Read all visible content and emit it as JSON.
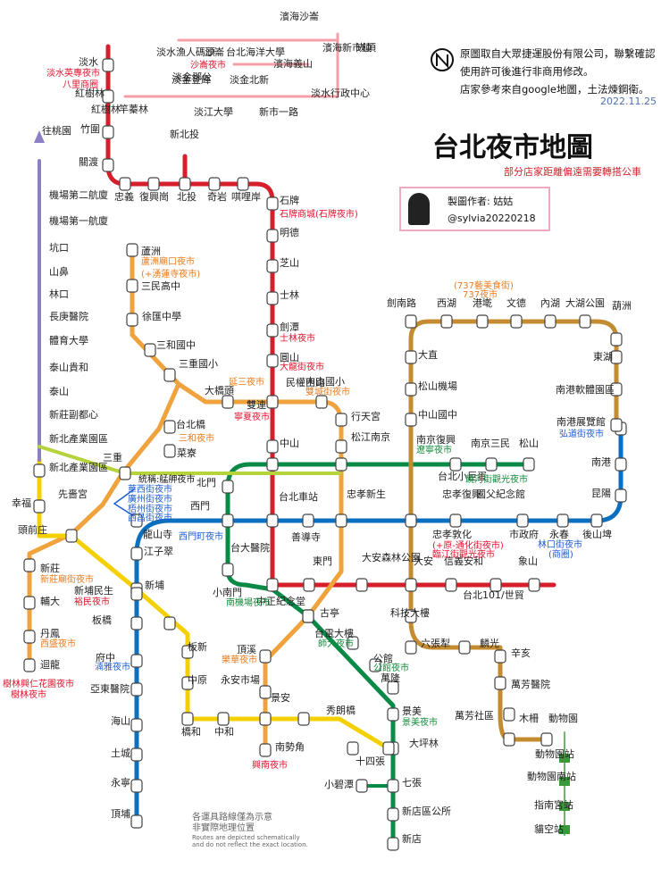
{
  "header": {
    "title": "台北夜市地圖",
    "subtitle": "部分店家距離偏遠需要轉搭公車",
    "note_lines": [
      "原圖取自大眾捷運股份有限公司，聯繫確認",
      "使用許可後進行非商用修改。",
      "店家參考來自google地圖，土法煉鋼衛。"
    ],
    "date": "2022.11.25",
    "creator_line": "製圖作者: 姑姑",
    "creator_handle": "@sylvia20220218"
  },
  "legend": {
    "zh1": "各運具路線僅為示意",
    "zh2": "非實際地理位置",
    "en1": "Routes are depicted schematically",
    "en2": "and do not reflect the exact location."
  },
  "colors": {
    "red": "#d71e2b",
    "orange": "#f0a23c",
    "green": "#0a8a46",
    "blue": "#0b70c0",
    "brown": "#c48c31",
    "yellow": "#f5d000",
    "pink": "#f5a0a8",
    "airport": "#8d7fc4",
    "lightgreen": "#b5d33b",
    "market_red": "#e1122d",
    "market_orange": "#e87c1e",
    "market_blue": "#1d5cd1",
    "market_green": "#118a3a"
  },
  "icons": {
    "north": "north-arrow-icon",
    "avatar": "avatar-icon",
    "airport_arrow": "up-arrow-icon",
    "gondola": "gondola-icon"
  },
  "labels": {
    "s1": "淡水",
    "s2": "紅樹林",
    "s3": "竹圍",
    "s4": "關渡",
    "s5": "忠義",
    "s6": "復興崗",
    "s7": "北投",
    "s8": "奇岩",
    "s9": "唭哩岸",
    "s10": "石牌",
    "s11": "明德",
    "s12": "芝山",
    "s13": "士林",
    "s14": "劍潭",
    "s15": "圓山",
    "s16": "民權西路",
    "s17": "雙連",
    "s18": "中山",
    "s19": "台北車站",
    "s20": "台大醫院",
    "s21": "中正紀念堂",
    "s22": "東門",
    "s23": "大安森林公園",
    "s24": "大安",
    "s25": "信義安和",
    "s26": "台北101/世貿",
    "s27": "象山",
    "s28": "新北投",
    "s29": "蘆洲",
    "s30": "三民高中",
    "s31": "徐匯中學",
    "s32": "三和國中",
    "s33": "三重國小",
    "s34": "大橋頭",
    "s35": "台北橋",
    "s36": "菜寮",
    "s37": "三重",
    "s38": "先嗇宮",
    "s39": "頭前庄",
    "s40": "新莊",
    "s41": "輔大",
    "s42": "丹鳳",
    "s43": "迴龍",
    "s44": "中山國小",
    "s45": "行天宮",
    "s46": "松江南京",
    "s47": "忠孝新生",
    "s48": "古亭",
    "s49": "頂溪",
    "s50": "永安市場",
    "s51": "景安",
    "s52": "南勢角",
    "s53": "北門",
    "s54": "西門",
    "s55": "小南門",
    "s56": "台電大樓",
    "s57": "公館",
    "s58": "萬隆",
    "s59": "景美",
    "s60": "大坪林",
    "s61": "七張",
    "s62": "小碧潭",
    "s63": "新店區公所",
    "s64": "新店",
    "s65": "南京三民",
    "s66": "松山",
    "s67": "台北小巨蛋",
    "s68": "南京復興",
    "s69": "頂埔",
    "s70": "永寧",
    "s71": "土城",
    "s72": "海山",
    "s73": "亞東醫院",
    "s74": "府中",
    "s75": "板橋",
    "s76": "新埔",
    "s77": "江子翠",
    "s78": "龍山寺",
    "s79": "善導寺",
    "s80": "忠孝復興",
    "s81": "國父紀念館",
    "s82": "市政府",
    "s83": "永春",
    "s84": "後山埤",
    "s85": "昆陽",
    "s86": "南港",
    "s87": "南港展覽館",
    "s88": "忠孝敦化",
    "s89": "動物園",
    "s90": "木柵",
    "s91": "萬芳社區",
    "s92": "萬芳醫院",
    "s93": "辛亥",
    "s94": "麟光",
    "s95": "六張犁",
    "s96": "科技大樓",
    "s97": "中山國中",
    "s98": "松山機場",
    "s99": "大直",
    "s100": "劍南路",
    "s101": "西湖",
    "s102": "港墘",
    "s103": "文德",
    "s104": "內湖",
    "s105": "大湖公園",
    "s106": "葫洲",
    "s107": "東湖",
    "s108": "南港軟體園區",
    "s109": "幸福",
    "s110": "新北產業園區",
    "s111": "新埔民生",
    "s112": "板新",
    "s113": "中原",
    "s114": "橋和",
    "s115": "中和",
    "s116": "秀朗橋",
    "s117": "十四張",
    "s118": "機場第二航廈",
    "s119": "機場第一航廈",
    "s120": "坑口",
    "s121": "山鼻",
    "s122": "林口",
    "s123": "長庚醫院",
    "s124": "體育大學",
    "s125": "泰山貴和",
    "s126": "泰山",
    "s127": "新北產業園區",
    "s128": "新莊副都心",
    "s129": "往桃園",
    "s130": "淡水漁人碼頭",
    "s131": "沙崙",
    "s132": "台北海洋大學",
    "s133": "濱海沙崙",
    "s134": "淡金登輝",
    "s135": "淡金北新",
    "s136": "淡江大學",
    "s137": "新市一路",
    "s138": "淡水行政中心",
    "s139": "紅樹林",
    "s140": "竿蓁林",
    "s141": "濱海義山",
    "s142": "淡金鄧公",
    "s143": "濱海新市鎮",
    "s144": "崁頂",
    "s145": "動物園站",
    "s146": "動物園南站",
    "s147": "指南宮站",
    "s148": "貓空站"
  },
  "markets": {
    "m1": "淡水英專夜市",
    "m2": "八里商圈",
    "m3": "沙崙夜市",
    "m4": "石牌商城(石牌夜市)",
    "m5": "士林夜市",
    "m6": "大龍街夜市",
    "m7": "延三夜市",
    "m8": "寧夏夜市",
    "m9": "雙城街夜市",
    "m10": "饒河街觀光夜市",
    "m11": "蘆洲廟口夜市",
    "m12": "(+湧蓮寺夜市)",
    "m13": "三和夜市",
    "m14": "統稱:艋舺夜市",
    "m15": "華西街夜市",
    "m16": "廣州街夜市",
    "m17": "梧州街夜市",
    "m18": "西昌街夜市",
    "m19": "西門町夜市",
    "m20": "新莊廟街夜市",
    "m21": "裕民夜市",
    "m22": "西盛夜市",
    "m23": "樹林興仁花園夜市",
    "m24": "樹林夜市",
    "m25": "湳雅夜市",
    "m26": "南機場夜市",
    "m27": "師大夜市",
    "m28": "公館夜市",
    "m29": "景美夜市",
    "m30": "樂華夜市",
    "m31": "興南夜市",
    "m32": "(+原-通化街夜市)",
    "m33": "臨江街觀光夜市",
    "m34": "林口街夜市",
    "m35": "(商圈)",
    "m36": "遼寧夜市",
    "m37": "弘道街夜市",
    "m38": "(737藝美食街)",
    "m39": "737夜市"
  }
}
